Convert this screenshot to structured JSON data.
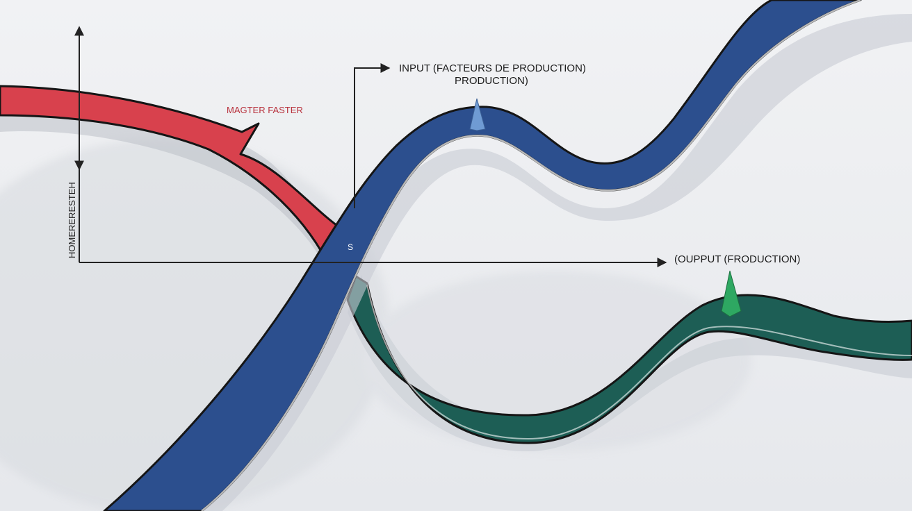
{
  "colors": {
    "background": "#eceef1",
    "red_band": "#d8414d",
    "blue_band": "#2c4f8e",
    "green_band": "#1d5e55",
    "axis": "#222222",
    "blue_marker": "#6f9bd3",
    "green_marker": "#2ea862"
  },
  "labels": {
    "input_line1": "INPUT (FACTEURS DE PRODUCTION)",
    "input_line2": "PRODUCTION)",
    "output": "(OUPPUT (FRODUCTION)",
    "red_band": "MAGTER FASTER",
    "vertical_axis": "HOMERERESTEH",
    "center_glyph": "S"
  },
  "icons": {
    "blue_marker": "droplet-marker-icon",
    "green_marker": "droplet-marker-icon",
    "vertical_arrow": "double-arrow-icon",
    "horizontal_arrow": "arrow-right-icon"
  }
}
